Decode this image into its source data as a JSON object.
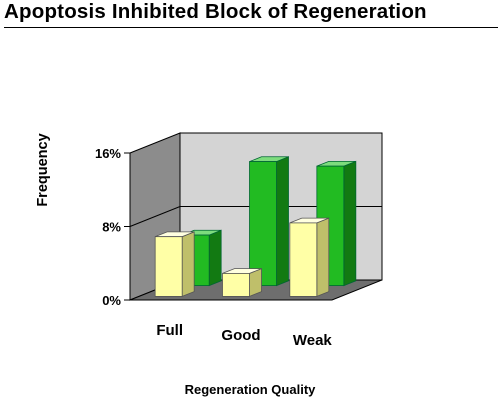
{
  "title": "Apoptosis Inhibited Block of Regeneration",
  "chart_data": {
    "type": "bar",
    "title": "Apoptosis Inhibited Block of Regeneration",
    "xlabel": "Regeneration Quality",
    "ylabel": "Frequency",
    "categories": [
      "Full",
      "Good",
      "Weak"
    ],
    "series": [
      {
        "values": [
          6.5,
          2.5,
          8.0
        ],
        "color": "#ffff99"
      },
      {
        "values": [
          5.5,
          13.5,
          13.0
        ],
        "color": "#22bb22"
      }
    ],
    "ylim": [
      0,
      16
    ],
    "yticks": [
      0,
      8,
      16
    ],
    "ytick_labels": [
      "0%",
      "8%",
      "16%"
    ],
    "grid": true,
    "style": "3d"
  }
}
